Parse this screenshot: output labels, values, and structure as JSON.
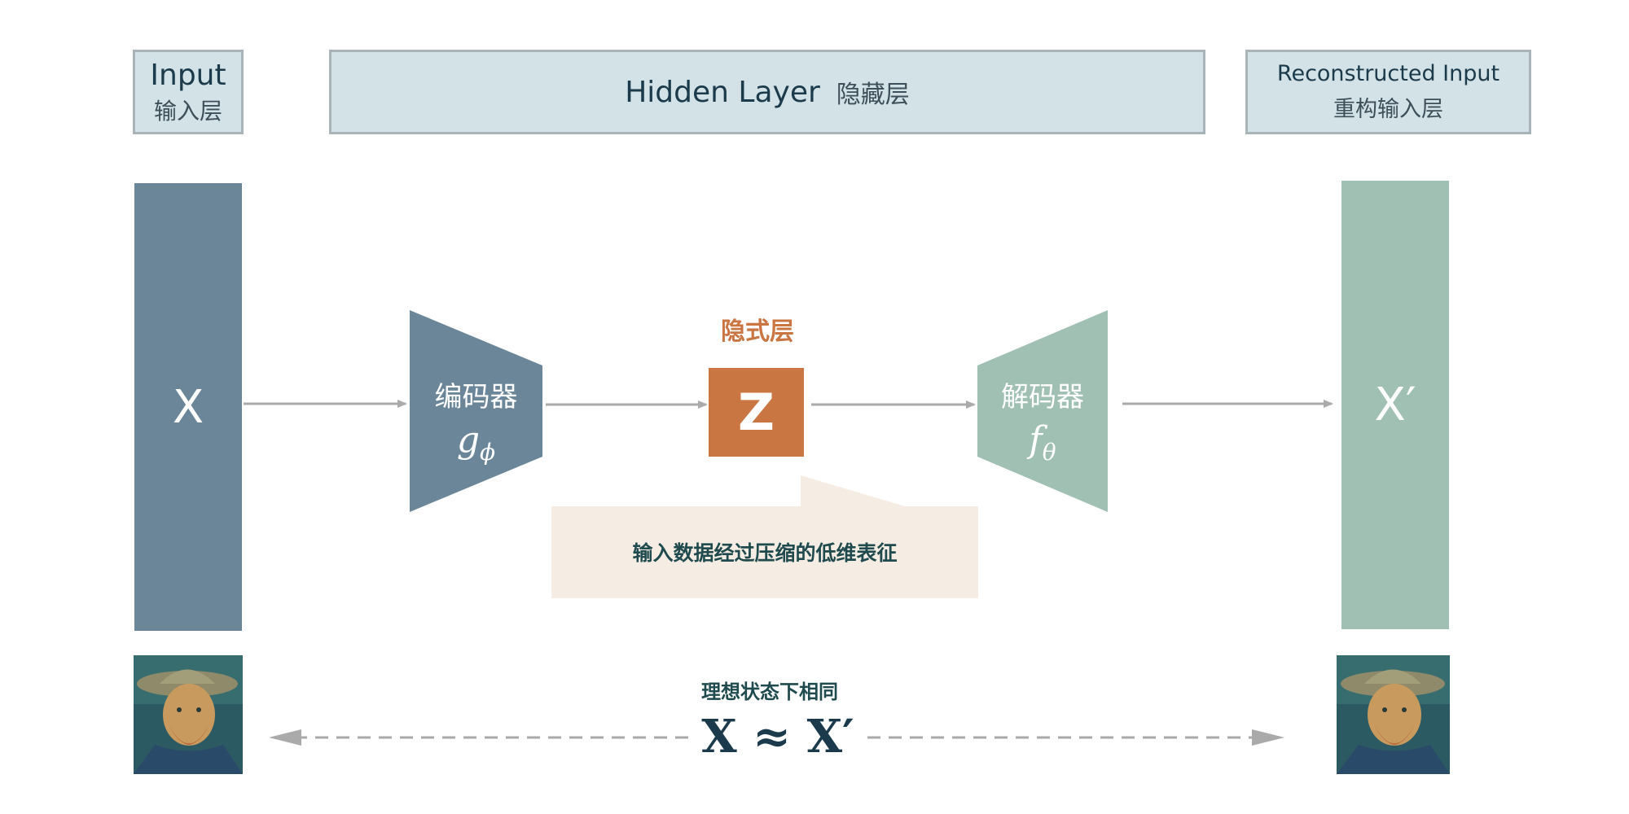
{
  "header": {
    "input": {
      "en": "Input",
      "cn": "输入层"
    },
    "hidden": {
      "en": "Hidden Layer",
      "cn": "隐藏层"
    },
    "recon": {
      "en": "Reconstructed Input",
      "cn": "重构输入层"
    }
  },
  "input_label": "X",
  "output_label": "X′",
  "encoder": {
    "label": "编码器",
    "symbol": "g",
    "subscript": "ϕ"
  },
  "decoder": {
    "label": "解码器",
    "symbol": "f",
    "subscript": "θ"
  },
  "latent": {
    "title": "隐式层",
    "label": "Z"
  },
  "callout": "输入数据经过压缩的低维表征",
  "bottom": {
    "label": "理想状态下相同",
    "equation": "X ≈ X′"
  },
  "colors": {
    "input_column": "#6a8698",
    "output_column": "#a1c0b4",
    "latent": "#c97643",
    "header_fill": "#d3e2e7",
    "callout_fill": "#f5ece3",
    "arrow": "#aaaaaa"
  }
}
